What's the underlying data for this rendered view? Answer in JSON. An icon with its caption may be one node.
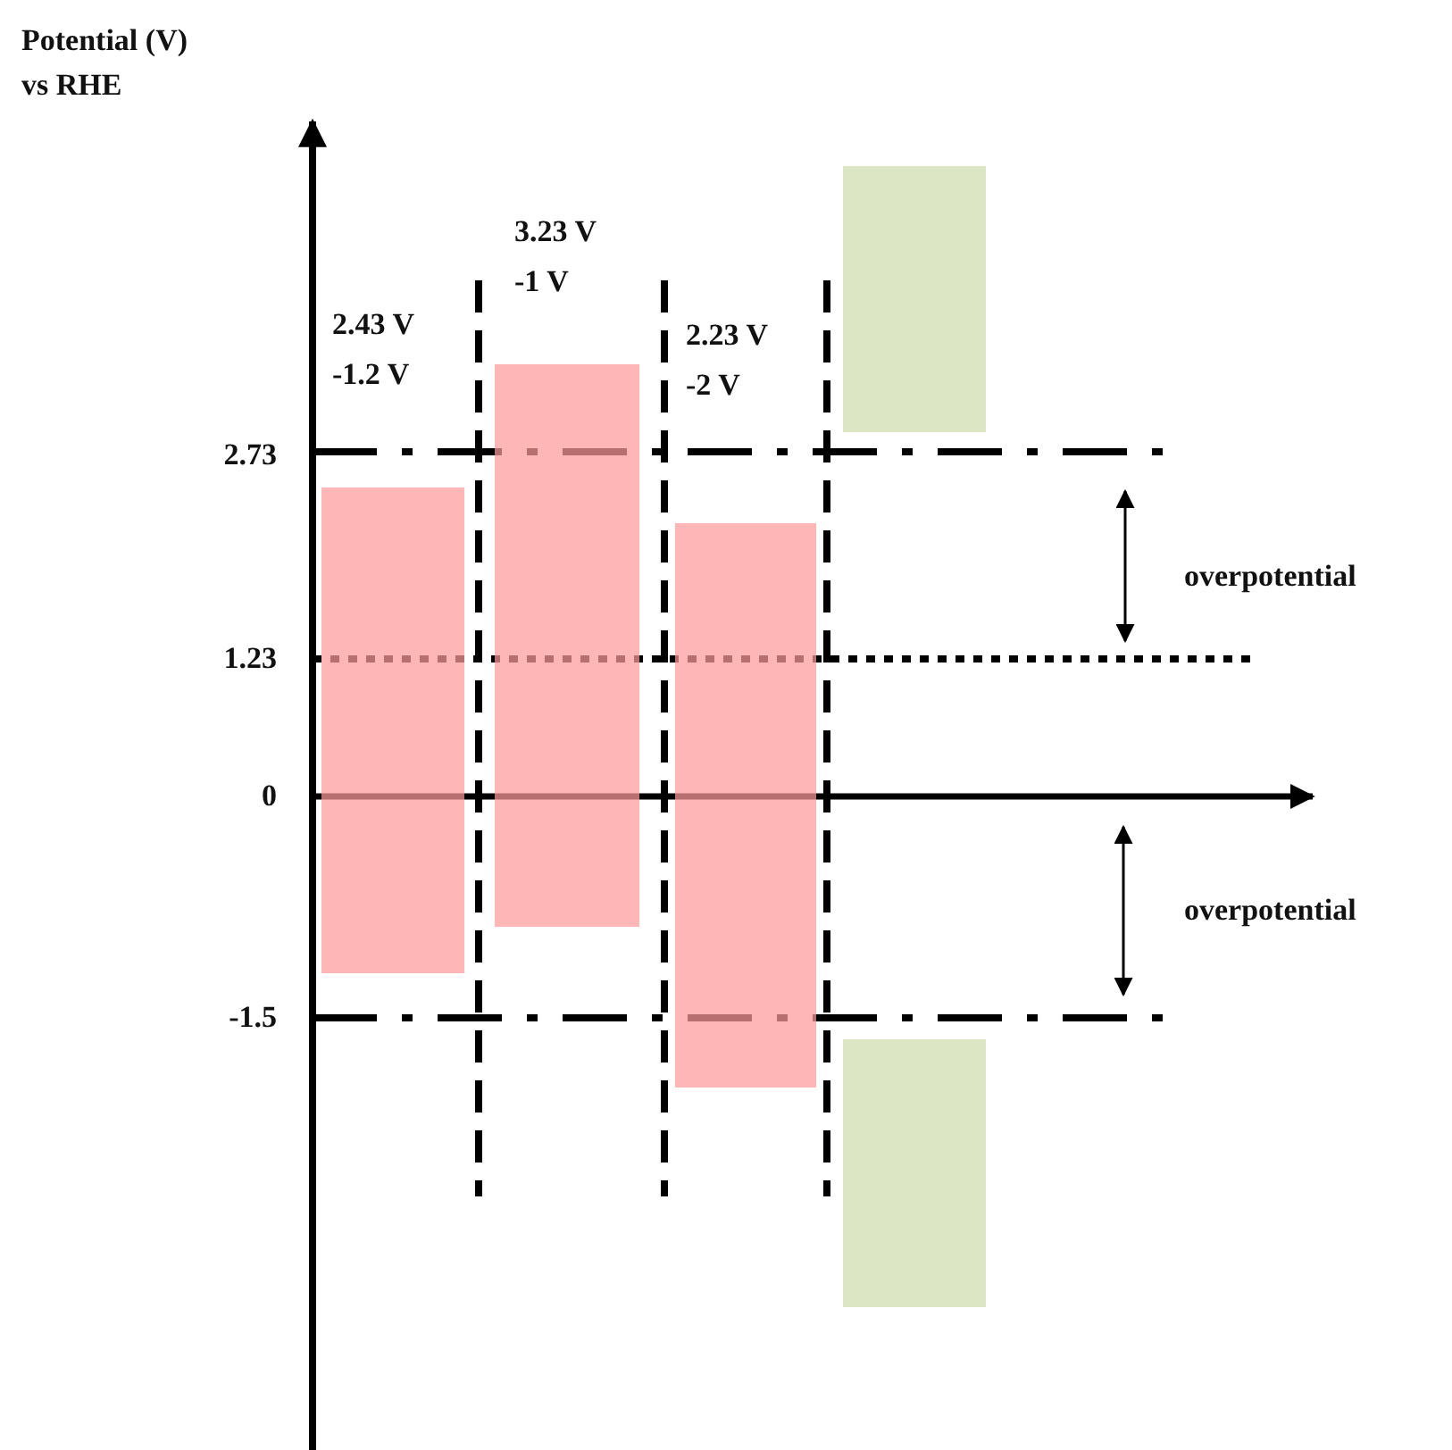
{
  "diagram": {
    "nodes": [
      {
        "text": [],
        "shape": "bar"
      },
      {
        "text": [],
        "shape": "bar"
      },
      {
        "text": [],
        "shape": "bar"
      },
      {
        "text": [],
        "shape": "bar"
      },
      {
        "text": [],
        "shape": "bar"
      }
    ],
    "labels": [
      "Potential (V) vs RHE",
      "3.23 V",
      "-1 V",
      "2.43 V",
      "-1.2 V",
      "2.23 V",
      "-2 V",
      "2.73",
      "overpotential",
      "1.23",
      "0",
      "overpotential",
      "-1.5"
    ]
  }
}
